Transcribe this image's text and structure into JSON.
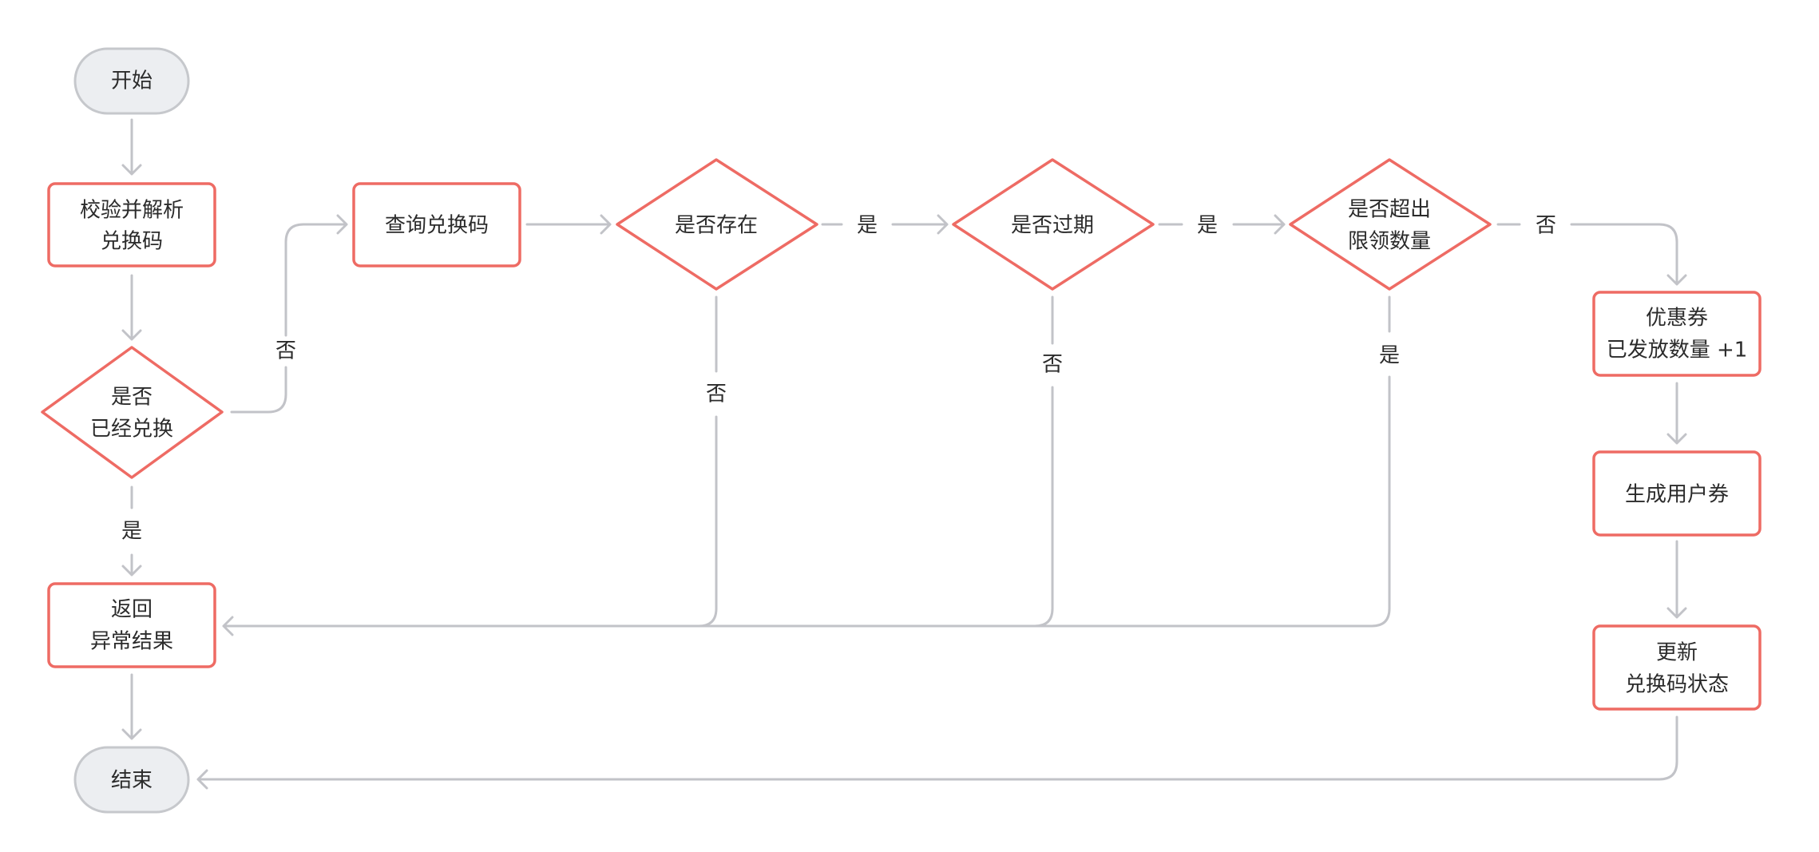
{
  "colors": {
    "node_stroke": "#ee6b64",
    "terminal_fill": "#eceef1",
    "terminal_stroke": "#c6c8cc",
    "edge": "#c2c3c8",
    "text": "#2b2b2b"
  },
  "nodes": {
    "start": "开始",
    "validate": [
      "校验并解析",
      "兑换码"
    ],
    "redeemed": [
      "是否",
      "已经兑换"
    ],
    "query": "查询兑换码",
    "exists": "是否存在",
    "expired": "是否过期",
    "limit": [
      "是否超出",
      "限领数量"
    ],
    "issued": [
      "优惠券",
      "已发放数量 +1"
    ],
    "generate": "生成用户券",
    "update": [
      "更新",
      "兑换码状态"
    ],
    "error": [
      "返回",
      "异常结果"
    ],
    "end": "结束"
  },
  "edge_labels": {
    "redeemed_no": "否",
    "redeemed_yes": "是",
    "exists_yes": "是",
    "exists_no": "否",
    "expired_yes": "是",
    "expired_no": "否",
    "limit_no": "否",
    "limit_yes": "是"
  }
}
